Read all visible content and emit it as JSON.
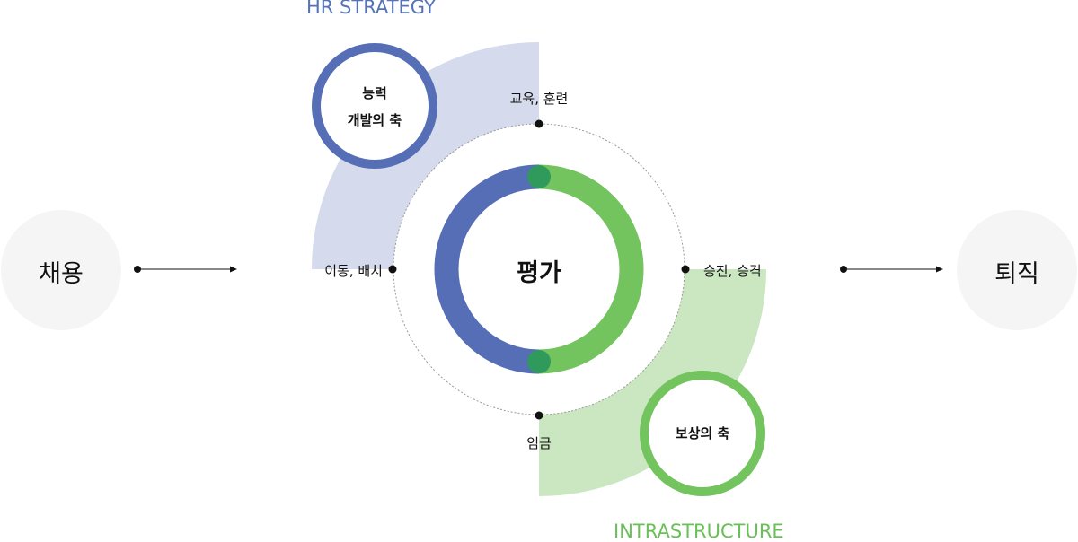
{
  "titles": {
    "hr_strategy": "HR STRATEGY",
    "infrastructure": "INTRASTRUCTURE"
  },
  "center": {
    "label": "평가"
  },
  "side": {
    "left": "채용",
    "right": "퇴직"
  },
  "axes": {
    "capability": [
      "능력",
      "개발의 축"
    ],
    "compensation": "보상의 축"
  },
  "points": {
    "top": "교육, 훈련",
    "left": "이동, 배치",
    "right": "승진, 승격",
    "bottom": "임금"
  },
  "colors": {
    "blue": "#556eb5",
    "blue_light": "#d5dbec",
    "green": "#73c35e",
    "green_light": "#cae7c1",
    "overlap": "#2f9a5c",
    "side_circle": "#f5f5f5"
  }
}
